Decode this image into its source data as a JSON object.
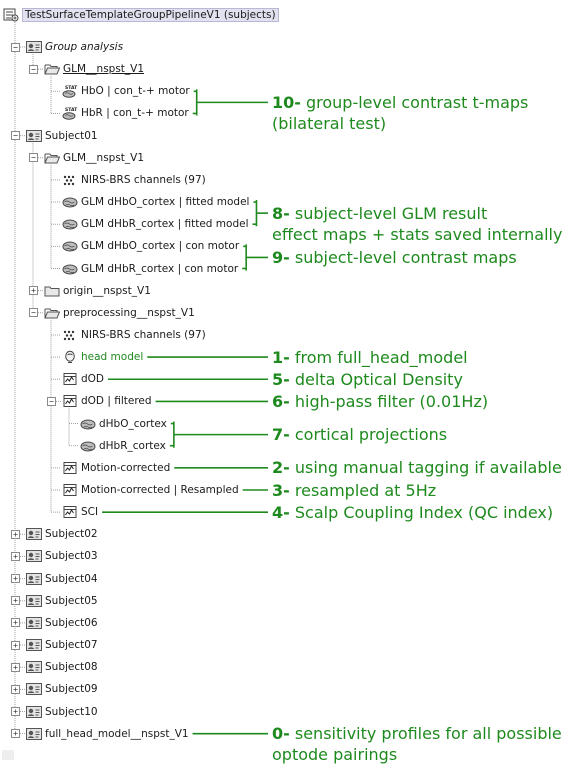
{
  "root": {
    "label": "TestSurfaceTemplateGroupPipelineV1 (subjects)"
  },
  "nodes": [
    {
      "id": "group-analysis",
      "label": "Group analysis",
      "icon": "subject",
      "depth": 0,
      "expander": "-",
      "style": "italic"
    },
    {
      "id": "group-glm",
      "label": "GLM__nspst_V1",
      "icon": "folder-open",
      "depth": 1,
      "expander": "-",
      "style": "underline"
    },
    {
      "id": "group-hbo",
      "label": "HbO | con_t-+ motor",
      "icon": "stat",
      "depth": 2
    },
    {
      "id": "group-hbr",
      "label": "HbR | con_t-+ motor",
      "icon": "stat",
      "depth": 2
    },
    {
      "id": "subject01",
      "label": "Subject01",
      "icon": "subject",
      "depth": 0,
      "expander": "-"
    },
    {
      "id": "s01-glm",
      "label": "GLM__nspst_V1",
      "icon": "folder-open",
      "depth": 1,
      "expander": "-"
    },
    {
      "id": "s01-glm-channels",
      "label": "NIRS-BRS channels (97)",
      "icon": "channels",
      "depth": 2
    },
    {
      "id": "s01-glm-hbo-fit",
      "label": "GLM dHbO_cortex | fitted model",
      "icon": "cortex",
      "depth": 2
    },
    {
      "id": "s01-glm-hbr-fit",
      "label": "GLM dHbR_cortex | fitted model",
      "icon": "cortex",
      "depth": 2
    },
    {
      "id": "s01-glm-hbo-con",
      "label": "GLM dHbO_cortex | con motor",
      "icon": "cortex",
      "depth": 2
    },
    {
      "id": "s01-glm-hbr-con",
      "label": "GLM dHbR_cortex | con motor",
      "icon": "cortex",
      "depth": 2
    },
    {
      "id": "s01-origin",
      "label": "origin__nspst_V1",
      "icon": "folder",
      "depth": 1,
      "expander": "+"
    },
    {
      "id": "s01-preproc",
      "label": "preprocessing__nspst_V1",
      "icon": "folder-open",
      "depth": 1,
      "expander": "-"
    },
    {
      "id": "pp-channels",
      "label": "NIRS-BRS channels (97)",
      "icon": "channels",
      "depth": 2
    },
    {
      "id": "pp-head",
      "label": "head model",
      "icon": "head",
      "depth": 2,
      "style": "green"
    },
    {
      "id": "pp-dod",
      "label": "dOD",
      "icon": "data",
      "depth": 2
    },
    {
      "id": "pp-dod-filt",
      "label": "dOD | filtered",
      "icon": "data",
      "depth": 2,
      "expander": "-"
    },
    {
      "id": "pp-dhbo",
      "label": "dHbO_cortex",
      "icon": "cortex",
      "depth": 3
    },
    {
      "id": "pp-dhbr",
      "label": "dHbR_cortex",
      "icon": "cortex",
      "depth": 3
    },
    {
      "id": "pp-motion",
      "label": "Motion-corrected",
      "icon": "data",
      "depth": 2
    },
    {
      "id": "pp-motion-res",
      "label": "Motion-corrected | Resampled",
      "icon": "data",
      "depth": 2
    },
    {
      "id": "pp-sci",
      "label": "SCI",
      "icon": "data",
      "depth": 2
    },
    {
      "id": "subject02",
      "label": "Subject02",
      "icon": "subject",
      "depth": 0,
      "expander": "+"
    },
    {
      "id": "subject03",
      "label": "Subject03",
      "icon": "subject",
      "depth": 0,
      "expander": "+"
    },
    {
      "id": "subject04",
      "label": "Subject04",
      "icon": "subject",
      "depth": 0,
      "expander": "+"
    },
    {
      "id": "subject05",
      "label": "Subject05",
      "icon": "subject",
      "depth": 0,
      "expander": "+"
    },
    {
      "id": "subject06",
      "label": "Subject06",
      "icon": "subject",
      "depth": 0,
      "expander": "+"
    },
    {
      "id": "subject07",
      "label": "Subject07",
      "icon": "subject",
      "depth": 0,
      "expander": "+"
    },
    {
      "id": "subject08",
      "label": "Subject08",
      "icon": "subject",
      "depth": 0,
      "expander": "+"
    },
    {
      "id": "subject09",
      "label": "Subject09",
      "icon": "subject",
      "depth": 0,
      "expander": "+"
    },
    {
      "id": "subject10",
      "label": "Subject10",
      "icon": "subject",
      "depth": 0,
      "expander": "+"
    },
    {
      "id": "full-head",
      "label": "full_head_model__nspst_V1",
      "icon": "subject",
      "depth": 0,
      "expander": "+"
    }
  ],
  "annotations": [
    {
      "id": "a10",
      "num": "10-",
      "text": "group-level contrast t-maps",
      "text2": "(bilateral test)",
      "targets": [
        "group-hbo",
        "group-hbr"
      ],
      "bracket": true
    },
    {
      "id": "a8",
      "num": "8-",
      "text": "subject-level GLM result",
      "text2": "effect maps + stats saved internally",
      "targets": [
        "s01-glm-hbo-fit",
        "s01-glm-hbr-fit"
      ],
      "bracket": true
    },
    {
      "id": "a9",
      "num": "9-",
      "text": "subject-level contrast maps",
      "targets": [
        "s01-glm-hbo-con",
        "s01-glm-hbr-con"
      ],
      "bracket": true
    },
    {
      "id": "a1",
      "num": "1-",
      "text": "from full_head_model",
      "targets": [
        "pp-head"
      ]
    },
    {
      "id": "a5",
      "num": "5-",
      "text": "delta Optical Density",
      "targets": [
        "pp-dod"
      ]
    },
    {
      "id": "a6",
      "num": "6-",
      "text": "high-pass filter (0.01Hz)",
      "targets": [
        "pp-dod-filt"
      ]
    },
    {
      "id": "a7",
      "num": "7-",
      "text": "cortical projections",
      "targets": [
        "pp-dhbo",
        "pp-dhbr"
      ],
      "bracket": true
    },
    {
      "id": "a2",
      "num": "2-",
      "text": "using manual tagging if available",
      "targets": [
        "pp-motion"
      ]
    },
    {
      "id": "a3",
      "num": "3-",
      "text": "resampled at 5Hz",
      "targets": [
        "pp-motion-res"
      ]
    },
    {
      "id": "a4",
      "num": "4-",
      "text": "Scalp Coupling Index (QC index)",
      "targets": [
        "pp-sci"
      ]
    },
    {
      "id": "a0",
      "num": "0-",
      "text": "sensitivity profiles for all possible",
      "text2": "optode pairings",
      "targets": [
        "full-head"
      ]
    }
  ],
  "colors": {
    "annotation": "#1e8a1e",
    "tree_line": "#a0a0a0",
    "text": "#1a1a1a"
  }
}
